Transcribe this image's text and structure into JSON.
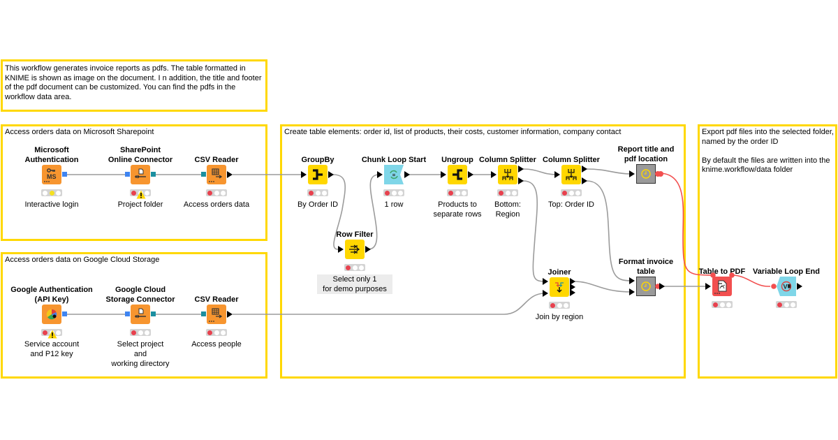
{
  "annotations": [
    {
      "id": "intro",
      "text": "This workflow generates invoice reports as pdfs. The table formatted in\nKNIME is shown as image on the document. I   n addition, the title and footer\nof the pdf document can be customized. You can find the pdfs in the\nworkflow data area."
    },
    {
      "id": "sharepoint",
      "text": "Access orders data on Microsoft Sharepoint"
    },
    {
      "id": "gcs",
      "text": "Access orders data on Google Cloud Storage"
    },
    {
      "id": "table-elements",
      "text": "Create table elements: order id, list of products, their costs, customer information, company contact"
    },
    {
      "id": "export",
      "text": "Export pdf files into the selected folder,\nnamed by the order ID\n\nBy default the files are written into the\nknime.workflow/data folder"
    }
  ],
  "nodes": [
    {
      "id": "ms-auth",
      "title": "Microsoft\nAuthentication",
      "desc": "Interactive login",
      "icon": "key-ms-icon",
      "color": "#f7952f",
      "status": "yellow",
      "warning": false
    },
    {
      "id": "sharepoint-connector",
      "title": "SharePoint\nOnline Connector",
      "desc": "Project folder",
      "icon": "file-connector-icon",
      "color": "#f7952f",
      "status": "red",
      "warning": true
    },
    {
      "id": "csv-reader-1",
      "title": "CSV Reader",
      "desc": "Access orders data",
      "icon": "table-read-icon",
      "color": "#f7952f",
      "status": "red",
      "warning": false
    },
    {
      "id": "google-auth",
      "title": "Google Authentication\n(API Key)",
      "desc": "Service account\nand P12 key",
      "icon": "google-key-icon",
      "color": "#f7952f",
      "status": "red",
      "warning": true
    },
    {
      "id": "gcs-connector",
      "title": "Google Cloud\nStorage Connector",
      "desc": "Select project\nand\nworking directory",
      "icon": "file-connector-icon",
      "color": "#f7952f",
      "status": "red",
      "warning": false
    },
    {
      "id": "csv-reader-2",
      "title": "CSV Reader",
      "desc": "Access people",
      "icon": "table-read-icon",
      "color": "#f7952f",
      "status": "red",
      "warning": false
    },
    {
      "id": "groupby",
      "title": "GroupBy",
      "desc": "By Order ID",
      "icon": "groupby-icon",
      "color": "#ffd700",
      "status": "red",
      "warning": false
    },
    {
      "id": "row-filter",
      "title": "Row Filter",
      "desc": "Select only 1\nfor demo purposes",
      "icon": "row-filter-icon",
      "color": "#ffd700",
      "status": "red",
      "warning": false,
      "desc_shaded": true
    },
    {
      "id": "chunk-loop-start",
      "title": "Chunk Loop Start",
      "desc": "1 row",
      "icon": "loop-start-icon",
      "color": "#7fd6e8",
      "status": "red",
      "warning": false
    },
    {
      "id": "ungroup",
      "title": "Ungroup",
      "desc": "Products to\nseparate rows",
      "icon": "ungroup-icon",
      "color": "#ffd700",
      "status": "red",
      "warning": false
    },
    {
      "id": "column-splitter-1",
      "title": "Column Splitter",
      "desc": "Bottom:\nRegion",
      "icon": "column-splitter-icon",
      "color": "#ffd700",
      "status": "red",
      "warning": false
    },
    {
      "id": "column-splitter-2",
      "title": "Column Splitter",
      "desc": "Top: Order ID",
      "icon": "column-splitter-icon",
      "color": "#ffd700",
      "status": "red",
      "warning": false
    },
    {
      "id": "report-title",
      "title": "Report title and\npdf location",
      "desc": "",
      "icon": "component-clock-icon",
      "color": "#9a9a9a",
      "status": "none",
      "warning": false
    },
    {
      "id": "joiner",
      "title": "Joiner",
      "desc": "Join by region",
      "icon": "joiner-icon",
      "color": "#ffd700",
      "status": "red",
      "warning": false
    },
    {
      "id": "format-invoice",
      "title": "Format invoice\ntable",
      "desc": "",
      "icon": "component-clock-icon",
      "color": "#9a9a9a",
      "status": "none",
      "warning": false
    },
    {
      "id": "table-to-pdf",
      "title": "Table to PDF",
      "desc": "",
      "icon": "pdf-icon",
      "color": "#f24f4f",
      "status": "red",
      "warning": false
    },
    {
      "id": "variable-loop-end",
      "title": "Variable Loop End",
      "desc": "",
      "icon": "loop-end-icon",
      "color": "#7fd6e8",
      "status": "red",
      "warning": false
    }
  ],
  "connections": [
    {
      "from": "ms-auth",
      "to": "sharepoint-connector",
      "type": "credential"
    },
    {
      "from": "sharepoint-connector",
      "to": "csv-reader-1",
      "type": "file-system"
    },
    {
      "from": "csv-reader-1",
      "to": "groupby",
      "type": "data"
    },
    {
      "from": "google-auth",
      "to": "gcs-connector",
      "type": "credential"
    },
    {
      "from": "gcs-connector",
      "to": "csv-reader-2",
      "type": "file-system"
    },
    {
      "from": "csv-reader-2",
      "to": "joiner",
      "type": "data"
    },
    {
      "from": "groupby",
      "to": "row-filter",
      "type": "data"
    },
    {
      "from": "row-filter",
      "to": "chunk-loop-start",
      "type": "data"
    },
    {
      "from": "chunk-loop-start",
      "to": "ungroup",
      "type": "data"
    },
    {
      "from": "ungroup",
      "to": "column-splitter-1",
      "type": "data"
    },
    {
      "from": "column-splitter-1",
      "to": "column-splitter-2",
      "type": "data"
    },
    {
      "from": "column-splitter-1",
      "to": "joiner",
      "type": "data"
    },
    {
      "from": "column-splitter-2",
      "to": "report-title",
      "type": "data"
    },
    {
      "from": "column-splitter-2",
      "to": "format-invoice",
      "type": "data"
    },
    {
      "from": "joiner",
      "to": "format-invoice",
      "type": "data"
    },
    {
      "from": "report-title",
      "to": "table-to-pdf",
      "type": "flow-variable"
    },
    {
      "from": "format-invoice",
      "to": "table-to-pdf",
      "type": "data"
    },
    {
      "from": "table-to-pdf",
      "to": "variable-loop-end",
      "type": "flow-variable"
    }
  ],
  "colors": {
    "annotation_border": "#ffd800",
    "data_wire": "#9b9b9b",
    "flow_variable_wire": "#f24f4f",
    "status_red": "#e8414e",
    "status_yellow": "#f5e020",
    "credential_port": "#3f84f0",
    "file_system_port": "#1b8fa0"
  }
}
